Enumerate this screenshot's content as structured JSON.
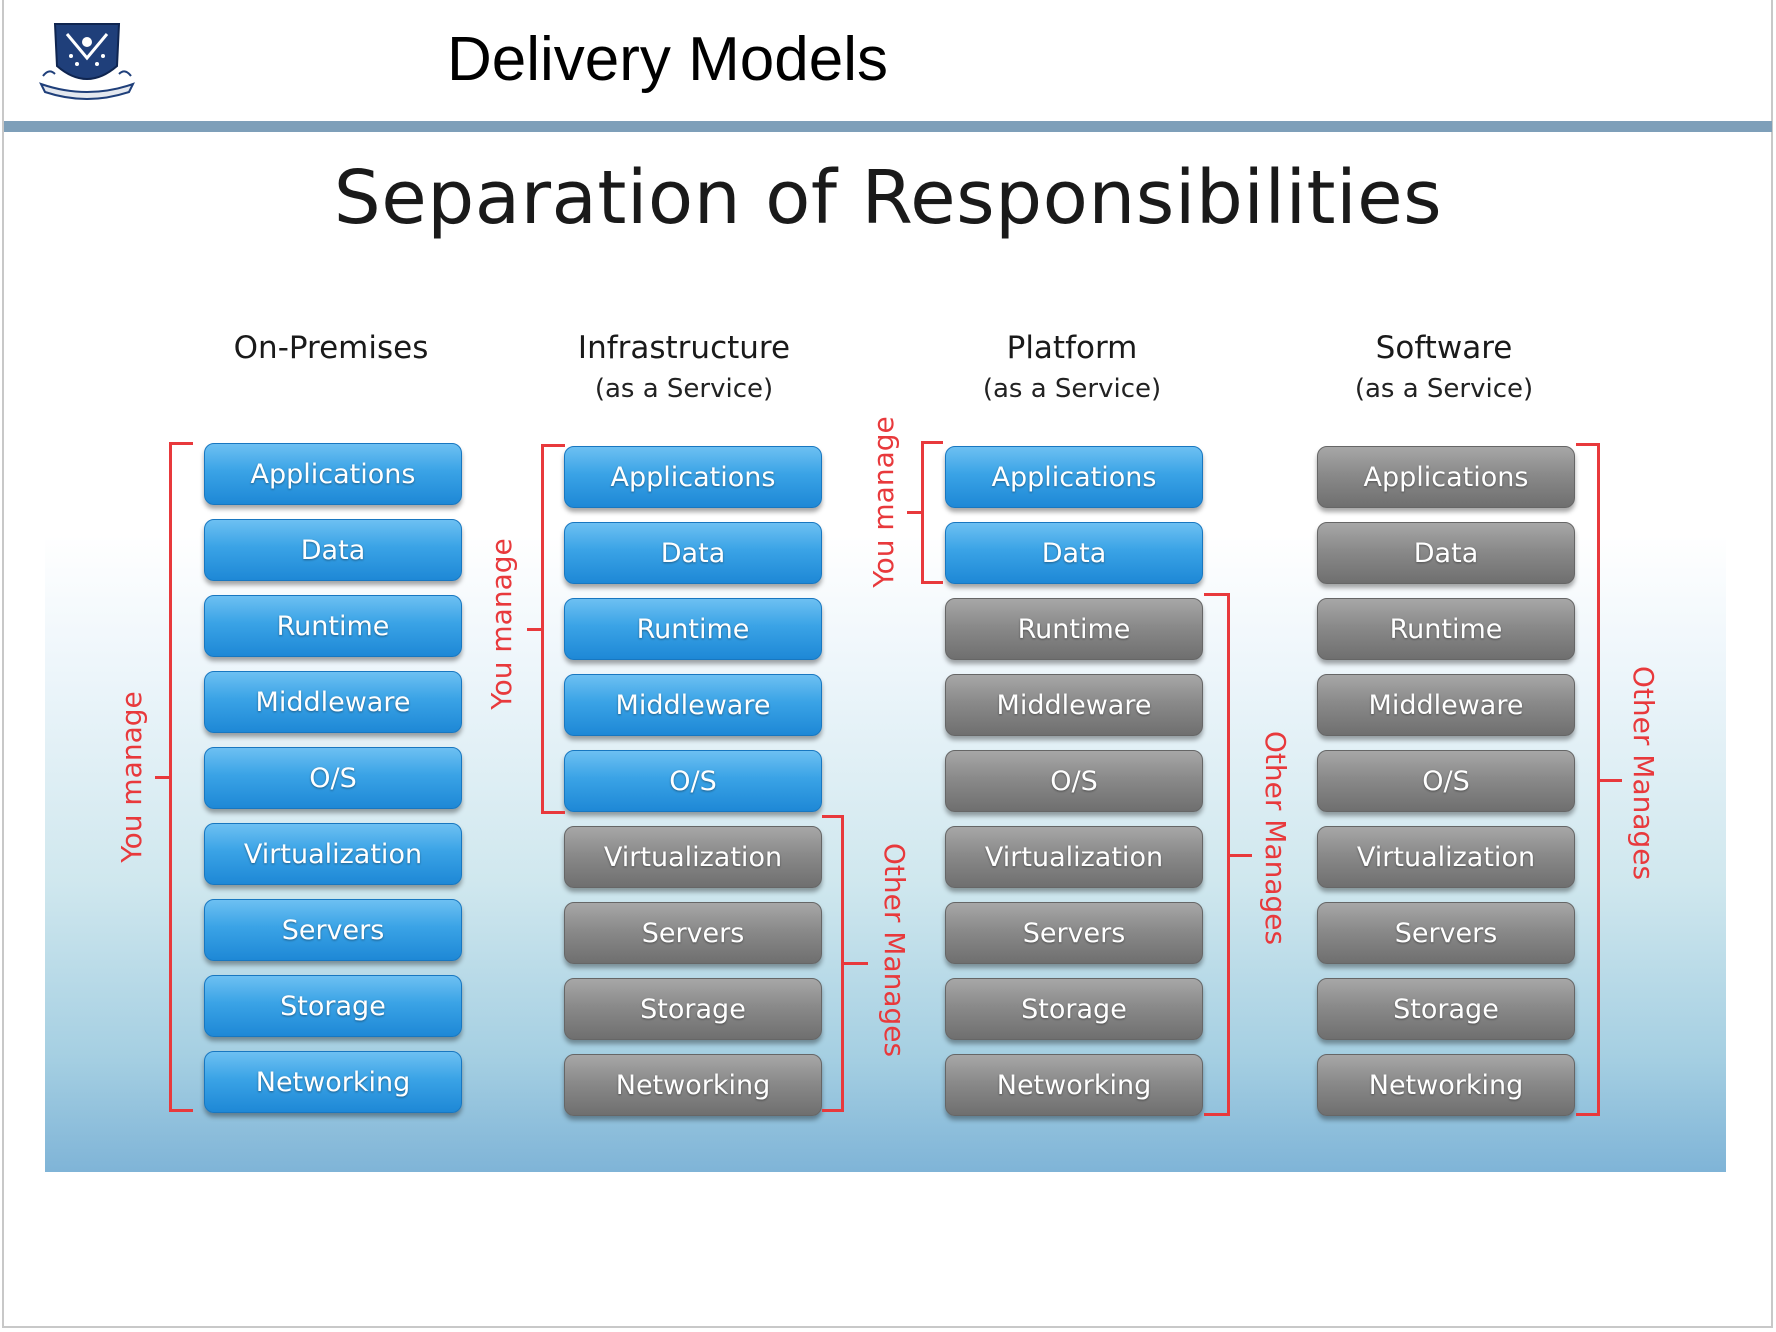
{
  "header": {
    "title": "Delivery Models"
  },
  "slide": {
    "title": "Separation of Responsibilities",
    "you_manage_label": "You manage",
    "other_manages_label": "Other Manages",
    "columns": [
      {
        "title": "On-Premises",
        "subtitle": "",
        "layers": [
          {
            "label": "Applications",
            "managed_by": "you"
          },
          {
            "label": "Data",
            "managed_by": "you"
          },
          {
            "label": "Runtime",
            "managed_by": "you"
          },
          {
            "label": "Middleware",
            "managed_by": "you"
          },
          {
            "label": "O/S",
            "managed_by": "you"
          },
          {
            "label": "Virtualization",
            "managed_by": "you"
          },
          {
            "label": "Servers",
            "managed_by": "you"
          },
          {
            "label": "Storage",
            "managed_by": "you"
          },
          {
            "label": "Networking",
            "managed_by": "you"
          }
        ]
      },
      {
        "title": "Infrastructure",
        "subtitle": "(as a Service)",
        "layers": [
          {
            "label": "Applications",
            "managed_by": "you"
          },
          {
            "label": "Data",
            "managed_by": "you"
          },
          {
            "label": "Runtime",
            "managed_by": "you"
          },
          {
            "label": "Middleware",
            "managed_by": "you"
          },
          {
            "label": "O/S",
            "managed_by": "you"
          },
          {
            "label": "Virtualization",
            "managed_by": "other"
          },
          {
            "label": "Servers",
            "managed_by": "other"
          },
          {
            "label": "Storage",
            "managed_by": "other"
          },
          {
            "label": "Networking",
            "managed_by": "other"
          }
        ]
      },
      {
        "title": "Platform",
        "subtitle": "(as a Service)",
        "layers": [
          {
            "label": "Applications",
            "managed_by": "you"
          },
          {
            "label": "Data",
            "managed_by": "you"
          },
          {
            "label": "Runtime",
            "managed_by": "other"
          },
          {
            "label": "Middleware",
            "managed_by": "other"
          },
          {
            "label": "O/S",
            "managed_by": "other"
          },
          {
            "label": "Virtualization",
            "managed_by": "other"
          },
          {
            "label": "Servers",
            "managed_by": "other"
          },
          {
            "label": "Storage",
            "managed_by": "other"
          },
          {
            "label": "Networking",
            "managed_by": "other"
          }
        ]
      },
      {
        "title": "Software",
        "subtitle": "(as a Service)",
        "layers": [
          {
            "label": "Applications",
            "managed_by": "other"
          },
          {
            "label": "Data",
            "managed_by": "other"
          },
          {
            "label": "Runtime",
            "managed_by": "other"
          },
          {
            "label": "Middleware",
            "managed_by": "other"
          },
          {
            "label": "O/S",
            "managed_by": "other"
          },
          {
            "label": "Virtualization",
            "managed_by": "other"
          },
          {
            "label": "Servers",
            "managed_by": "other"
          },
          {
            "label": "Storage",
            "managed_by": "other"
          },
          {
            "label": "Networking",
            "managed_by": "other"
          }
        ]
      }
    ]
  },
  "colors": {
    "you_managed": "#2b97e0",
    "other_managed": "#858585",
    "bracket": "#e8393c",
    "header_rule": "#7e9fb9"
  }
}
